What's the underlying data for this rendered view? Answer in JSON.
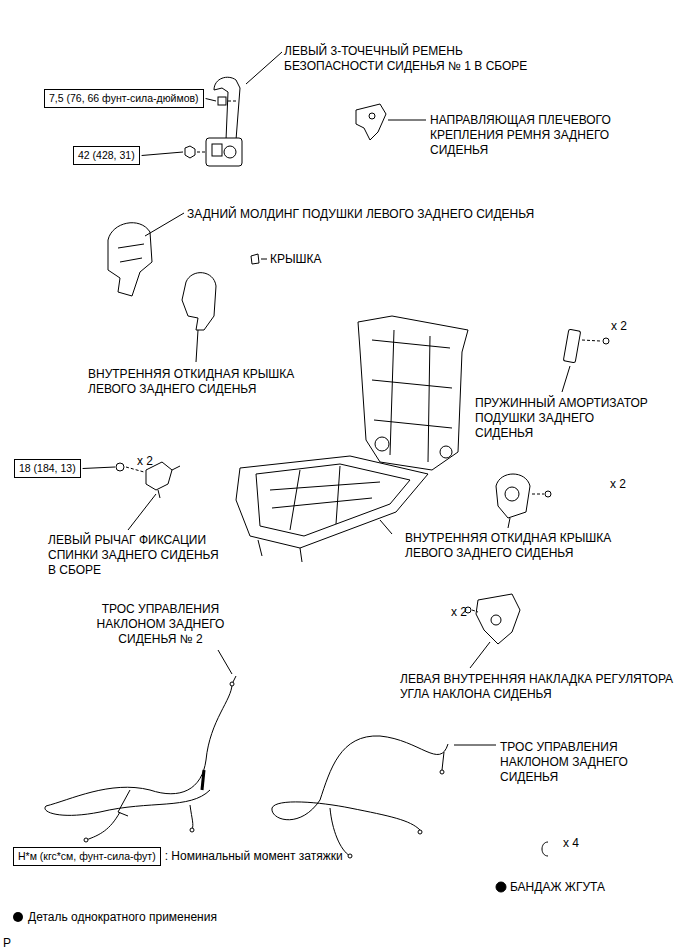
{
  "diagram": {
    "nodes": [
      {
        "text": [
          "7,5 (76, 66 фунт-сила-дюймов)"
        ]
      },
      {
        "text": [
          "42 (428, 31)"
        ]
      },
      {
        "text": [
          "18 (184, 13)"
        ]
      },
      {
        "text": [
          "Н*м (кгс*см, фунт-сила-фут)"
        ]
      }
    ],
    "labels": [
      "ЛЕВЫЙ 3-ТОЧЕЧНЫЙ РЕМЕНЬ БЕЗОПАСНОСТИ СИДЕНЬЯ № 1 В СБОРЕ",
      "НАПРАВЛЯЮЩАЯ ПЛЕЧЕВОГО КРЕПЛЕНИЯ РЕМНЯ ЗАДНЕГО СИДЕНЬЯ",
      "ЗАДНИЙ МОЛДИНГ ПОДУШКИ ЛЕВОГО ЗАДНЕГО СИДЕНЬЯ",
      "КРЫШКА",
      "x 2",
      "ВНУТРЕННЯЯ ОТКИДНАЯ КРЫШКА ЛЕВОГО ЗАДНЕГО СИДЕНЬЯ",
      "ПРУЖИННЫЙ АМОРТИЗАТОР ПОДУШКИ ЗАДНЕГО СИДЕНЬЯ",
      "x 2",
      "x 2",
      "ЛЕВЫЙ РЫЧАГ ФИКСАЦИИ СПИНКИ ЗАДНЕГО СИДЕНЬЯ В СБОРЕ",
      "ВНУТРЕННЯЯ ОТКИДНАЯ КРЫШКА ЛЕВОГО ЗАДНЕГО СИДЕНЬЯ",
      "ТРОС УПРАВЛЕНИЯ НАКЛОНОМ ЗАДНЕГО СИДЕНЬЯ № 2",
      "x 2",
      "ЛЕВАЯ ВНУТРЕННЯЯ НАКЛАДКА РЕГУЛЯТОРА УГЛА НАКЛОНА СИДЕНЬЯ",
      "ТРОС УПРАВЛЕНИЯ НАКЛОНОМ ЗАДНЕГО СИДЕНЬЯ",
      "x 4",
      ": Номинальный момент затяжки",
      "БАНДАЖ ЖГУТА",
      "P"
    ],
    "legend": [
      {
        "text": "Деталь однократного применения"
      }
    ]
  }
}
